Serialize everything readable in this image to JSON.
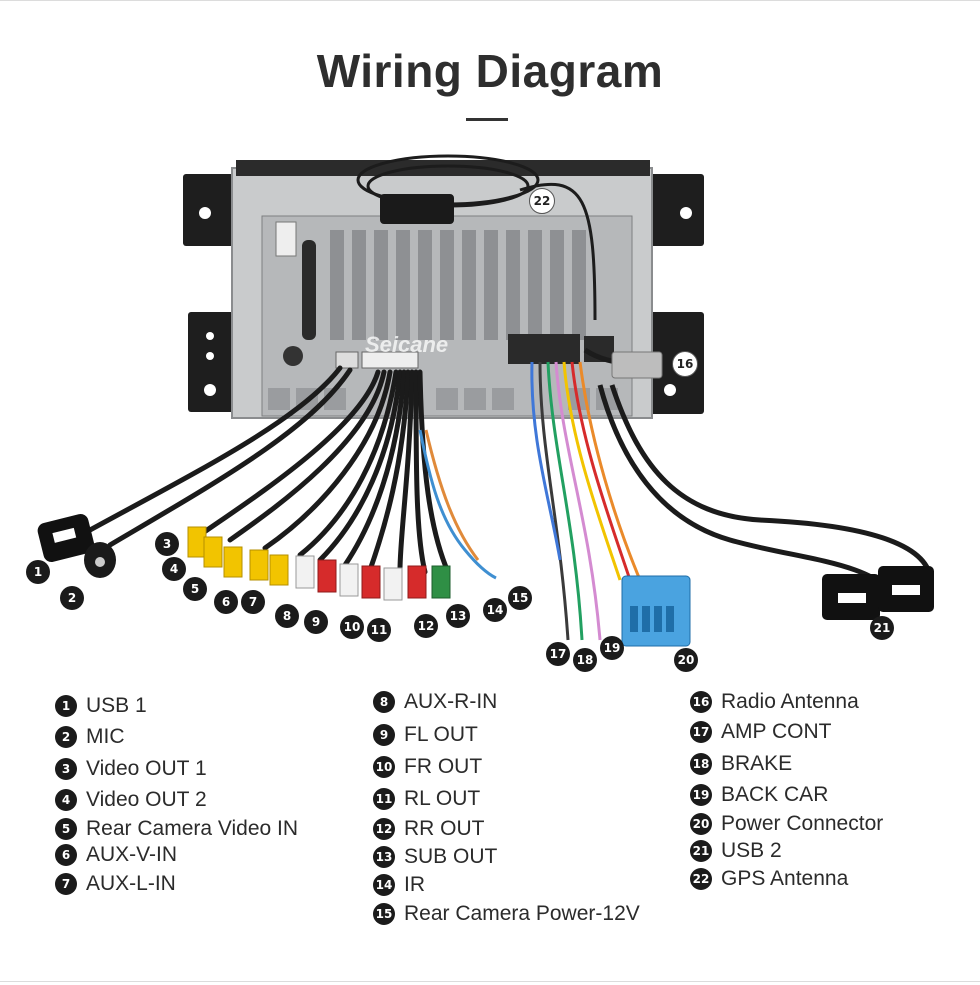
{
  "title": "Wiring Diagram",
  "watermark": "Seicane",
  "colors": {
    "accent": "#1b1b1b",
    "yellow_rca": "#f2c400",
    "red_rca": "#d62b2b",
    "white_rca": "#f2f2f2",
    "green_rca": "#2f8f45",
    "power_connector": "#4aa3e0"
  },
  "legend": [
    {
      "num": "1",
      "label": "USB 1"
    },
    {
      "num": "2",
      "label": "MIC"
    },
    {
      "num": "3",
      "label": "Video OUT 1"
    },
    {
      "num": "4",
      "label": "Video OUT 2"
    },
    {
      "num": "5",
      "label": "Rear Camera Video IN"
    },
    {
      "num": "6",
      "label": "AUX-V-IN"
    },
    {
      "num": "7",
      "label": "AUX-L-IN"
    },
    {
      "num": "8",
      "label": "AUX-R-IN"
    },
    {
      "num": "9",
      "label": "FL OUT"
    },
    {
      "num": "10",
      "label": "FR OUT"
    },
    {
      "num": "11",
      "label": "RL OUT"
    },
    {
      "num": "12",
      "label": "RR OUT"
    },
    {
      "num": "13",
      "label": "SUB OUT"
    },
    {
      "num": "14",
      "label": "IR"
    },
    {
      "num": "15",
      "label": "Rear Camera Power-12V"
    },
    {
      "num": "16",
      "label": "Radio Antenna"
    },
    {
      "num": "17",
      "label": "AMP CONT"
    },
    {
      "num": "18",
      "label": "BRAKE"
    },
    {
      "num": "19",
      "label": "BACK CAR"
    },
    {
      "num": "20",
      "label": "Power Connector"
    },
    {
      "num": "21",
      "label": "USB 2"
    },
    {
      "num": "22",
      "label": "GPS Antenna"
    }
  ]
}
